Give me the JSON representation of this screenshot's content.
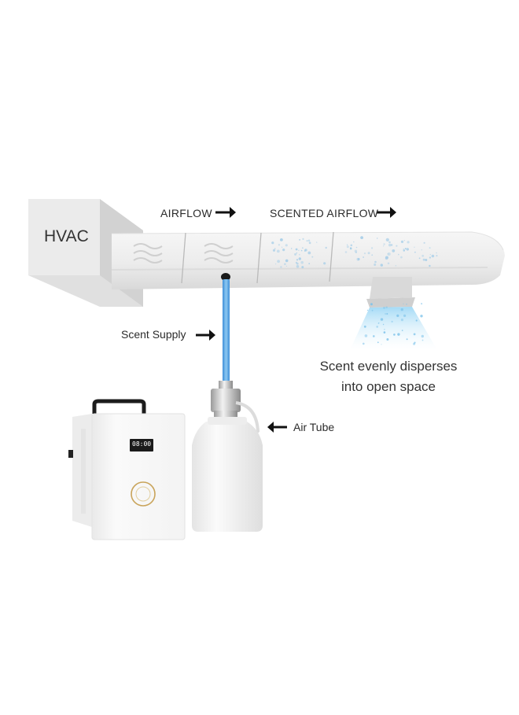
{
  "labels": {
    "hvac": "HVAC",
    "airflow": "AIRFLOW",
    "scented_airflow": "SCENTED AIRFLOW",
    "scent_supply": "Scent Supply",
    "air_tube": "Air Tube",
    "disperse_line1": "Scent evenly disperses",
    "disperse_line2": "into open space"
  },
  "device": {
    "screen_reading": "08:00"
  },
  "icons": [
    "arrow-right-icon",
    "arrow-left-icon",
    "wave-icon",
    "scent-particles-icon"
  ],
  "colors": {
    "duct": "#eeeeee",
    "duct_shadow": "#d6d6d6",
    "tube": "#5aa6e6",
    "mist": "#a8dcf5",
    "arrow": "#111111",
    "logo_gold": "#c9a45a"
  }
}
